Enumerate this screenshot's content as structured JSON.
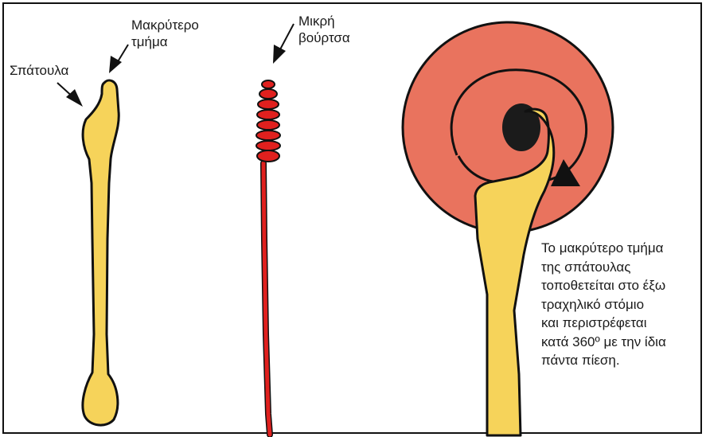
{
  "labels": {
    "spatula": "Σπάτουλα",
    "longer_part_line1": "Μακρύτερο",
    "longer_part_line2": "τμήμα",
    "small_brush_line1": "Μικρή",
    "small_brush_line2": "βούρτσα"
  },
  "caption": {
    "lines": [
      "Το μακρύτερο τμήμα",
      "της σπάτουλας",
      "τοποθετείται στο έξω",
      "τραχηλικό στόμιο",
      "και περιστρέφεται",
      "κατά 360º με την ίδια",
      "πάντα πίεση."
    ]
  },
  "colors": {
    "spatula_fill": "#F6D35A",
    "brush_red": "#E0201E",
    "cervix_fill": "#E9735E",
    "os_dark": "#1b1b1b",
    "outline": "#111111"
  }
}
